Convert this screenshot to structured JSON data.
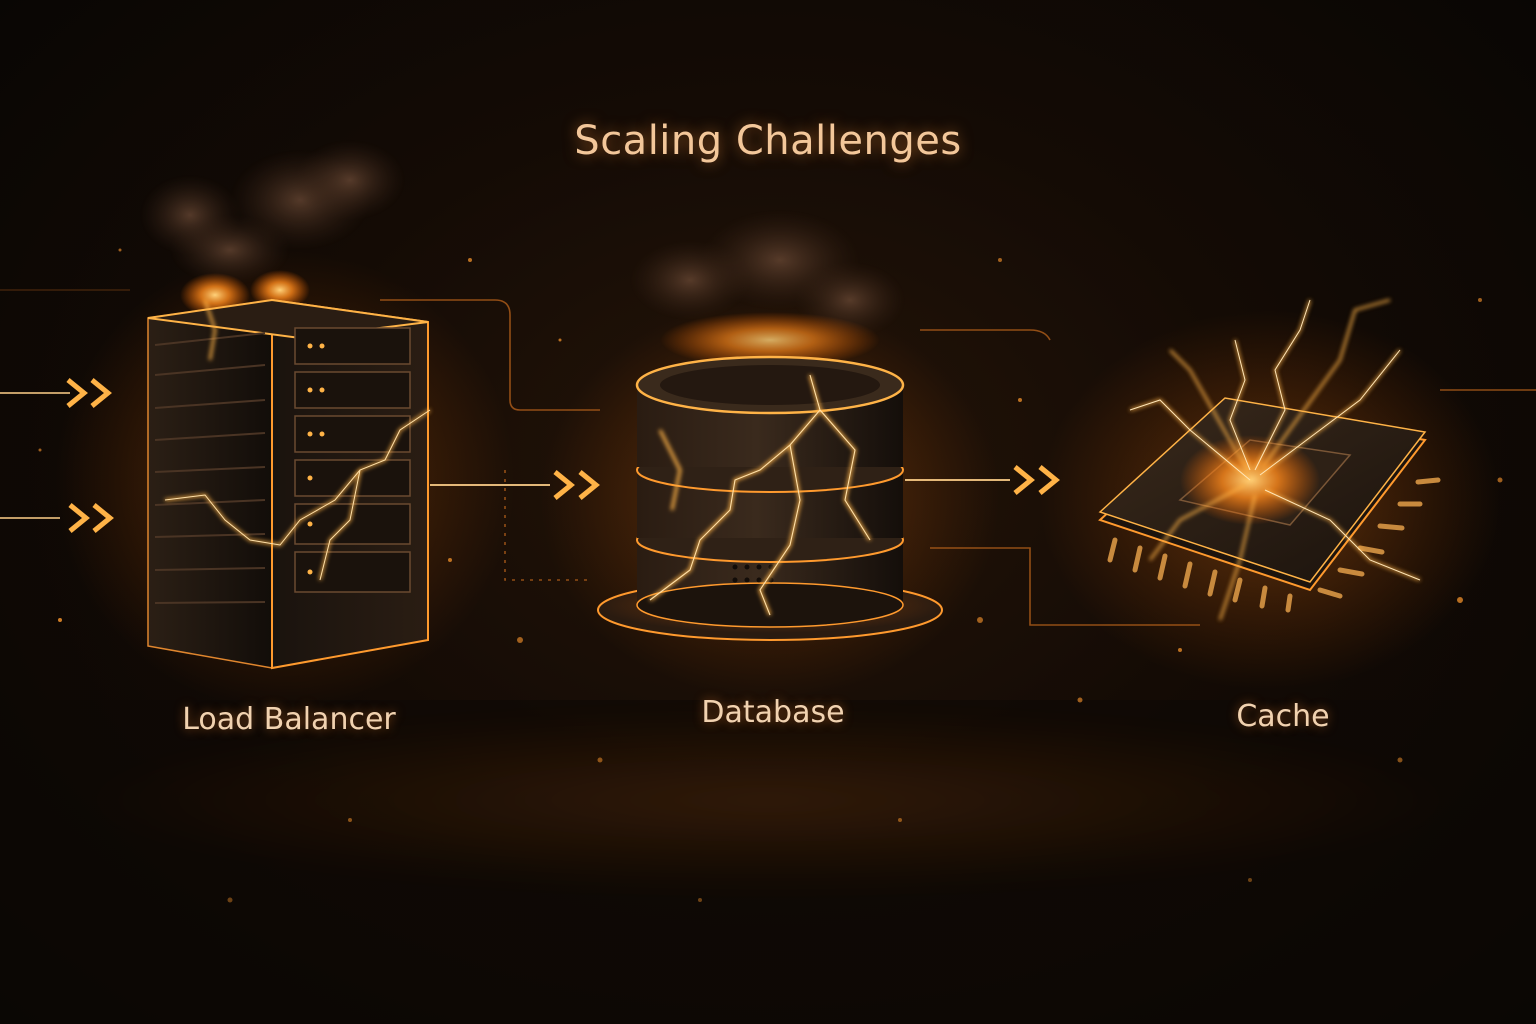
{
  "title": "Scaling Challenges",
  "nodes": [
    {
      "label": "Load Balancer",
      "icon": "server-rack-icon"
    },
    {
      "label": "Database",
      "icon": "database-cylinder-icon"
    },
    {
      "label": "Cache",
      "icon": "cpu-chip-icon"
    }
  ],
  "colors": {
    "accent": "#ff9a2e",
    "glow": "#ffb347",
    "background": "#0b0806",
    "text": "#f1d2b0"
  }
}
